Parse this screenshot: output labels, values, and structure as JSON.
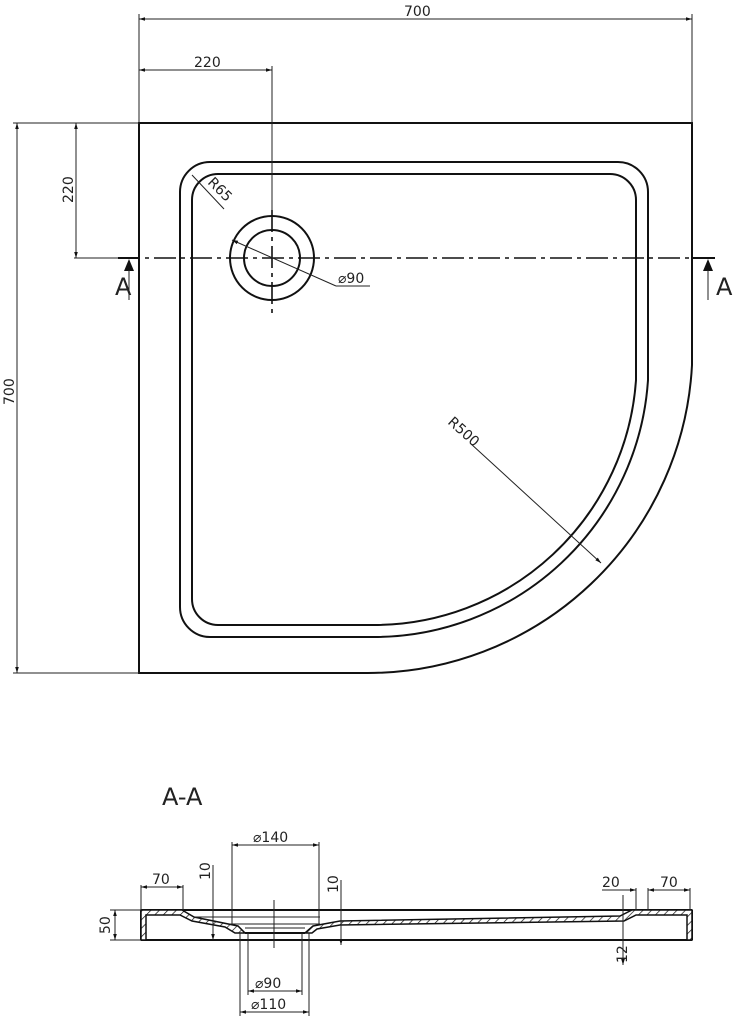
{
  "drawing": {
    "title": "Quarter-round shower tray technical drawing",
    "plan_view": {
      "overall_width": "700",
      "overall_depth": "700",
      "drain_offset_x": "220",
      "drain_offset_y": "220",
      "corner_radius": "R65",
      "drain_diameter": "⌀90",
      "front_radius": "R500",
      "section_marker_left": "A",
      "section_marker_right": "A"
    },
    "section_view": {
      "title": "A-A",
      "height": "50",
      "left_rim_width": "70",
      "right_rim_width": "70",
      "right_slope": "20",
      "drain_depth_left": "10",
      "drain_depth_right": "10",
      "drain_flange_diameter": "⌀140",
      "drain_hole_diameter": "⌀90",
      "drain_outer_diameter": "⌀110",
      "floor_thickness": "12"
    }
  },
  "colors": {
    "line": "#111111",
    "background": "#ffffff"
  }
}
